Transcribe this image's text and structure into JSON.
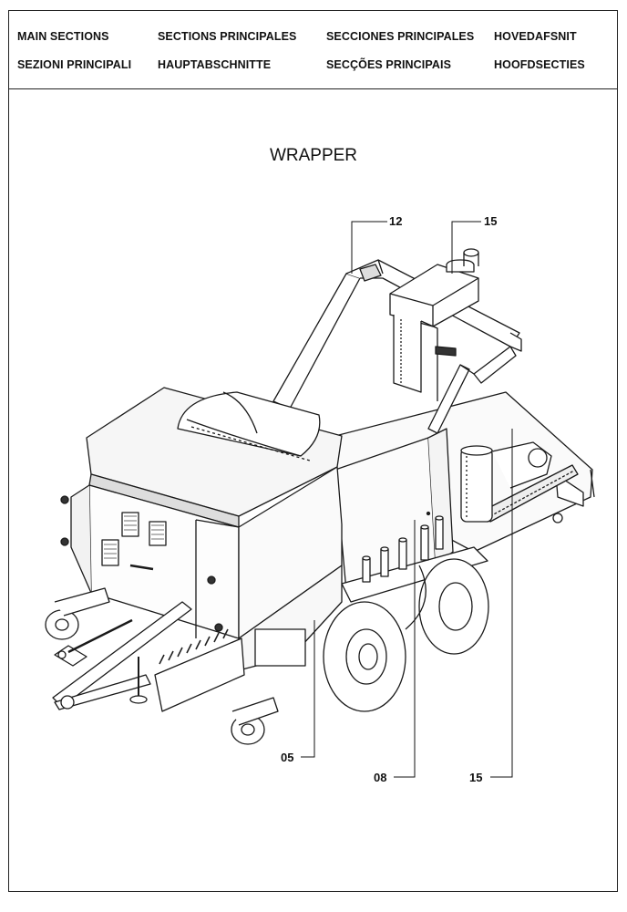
{
  "header": {
    "row1": [
      "MAIN SECTIONS",
      "SECTIONS PRINCIPALES",
      "SECCIONES PRINCIPALES",
      "HOVEDAFSNIT"
    ],
    "row2": [
      "SEZIONI PRINCIPALI",
      "HAUPTABSCHNITTE",
      "SECÇÕES PRINCIPAIS",
      "HOOFDSECTIES"
    ]
  },
  "title": "WRAPPER",
  "callouts": {
    "top_left": "12",
    "top_right": "15",
    "bottom_05": "05",
    "bottom_08": "08",
    "bottom_15": "15"
  }
}
